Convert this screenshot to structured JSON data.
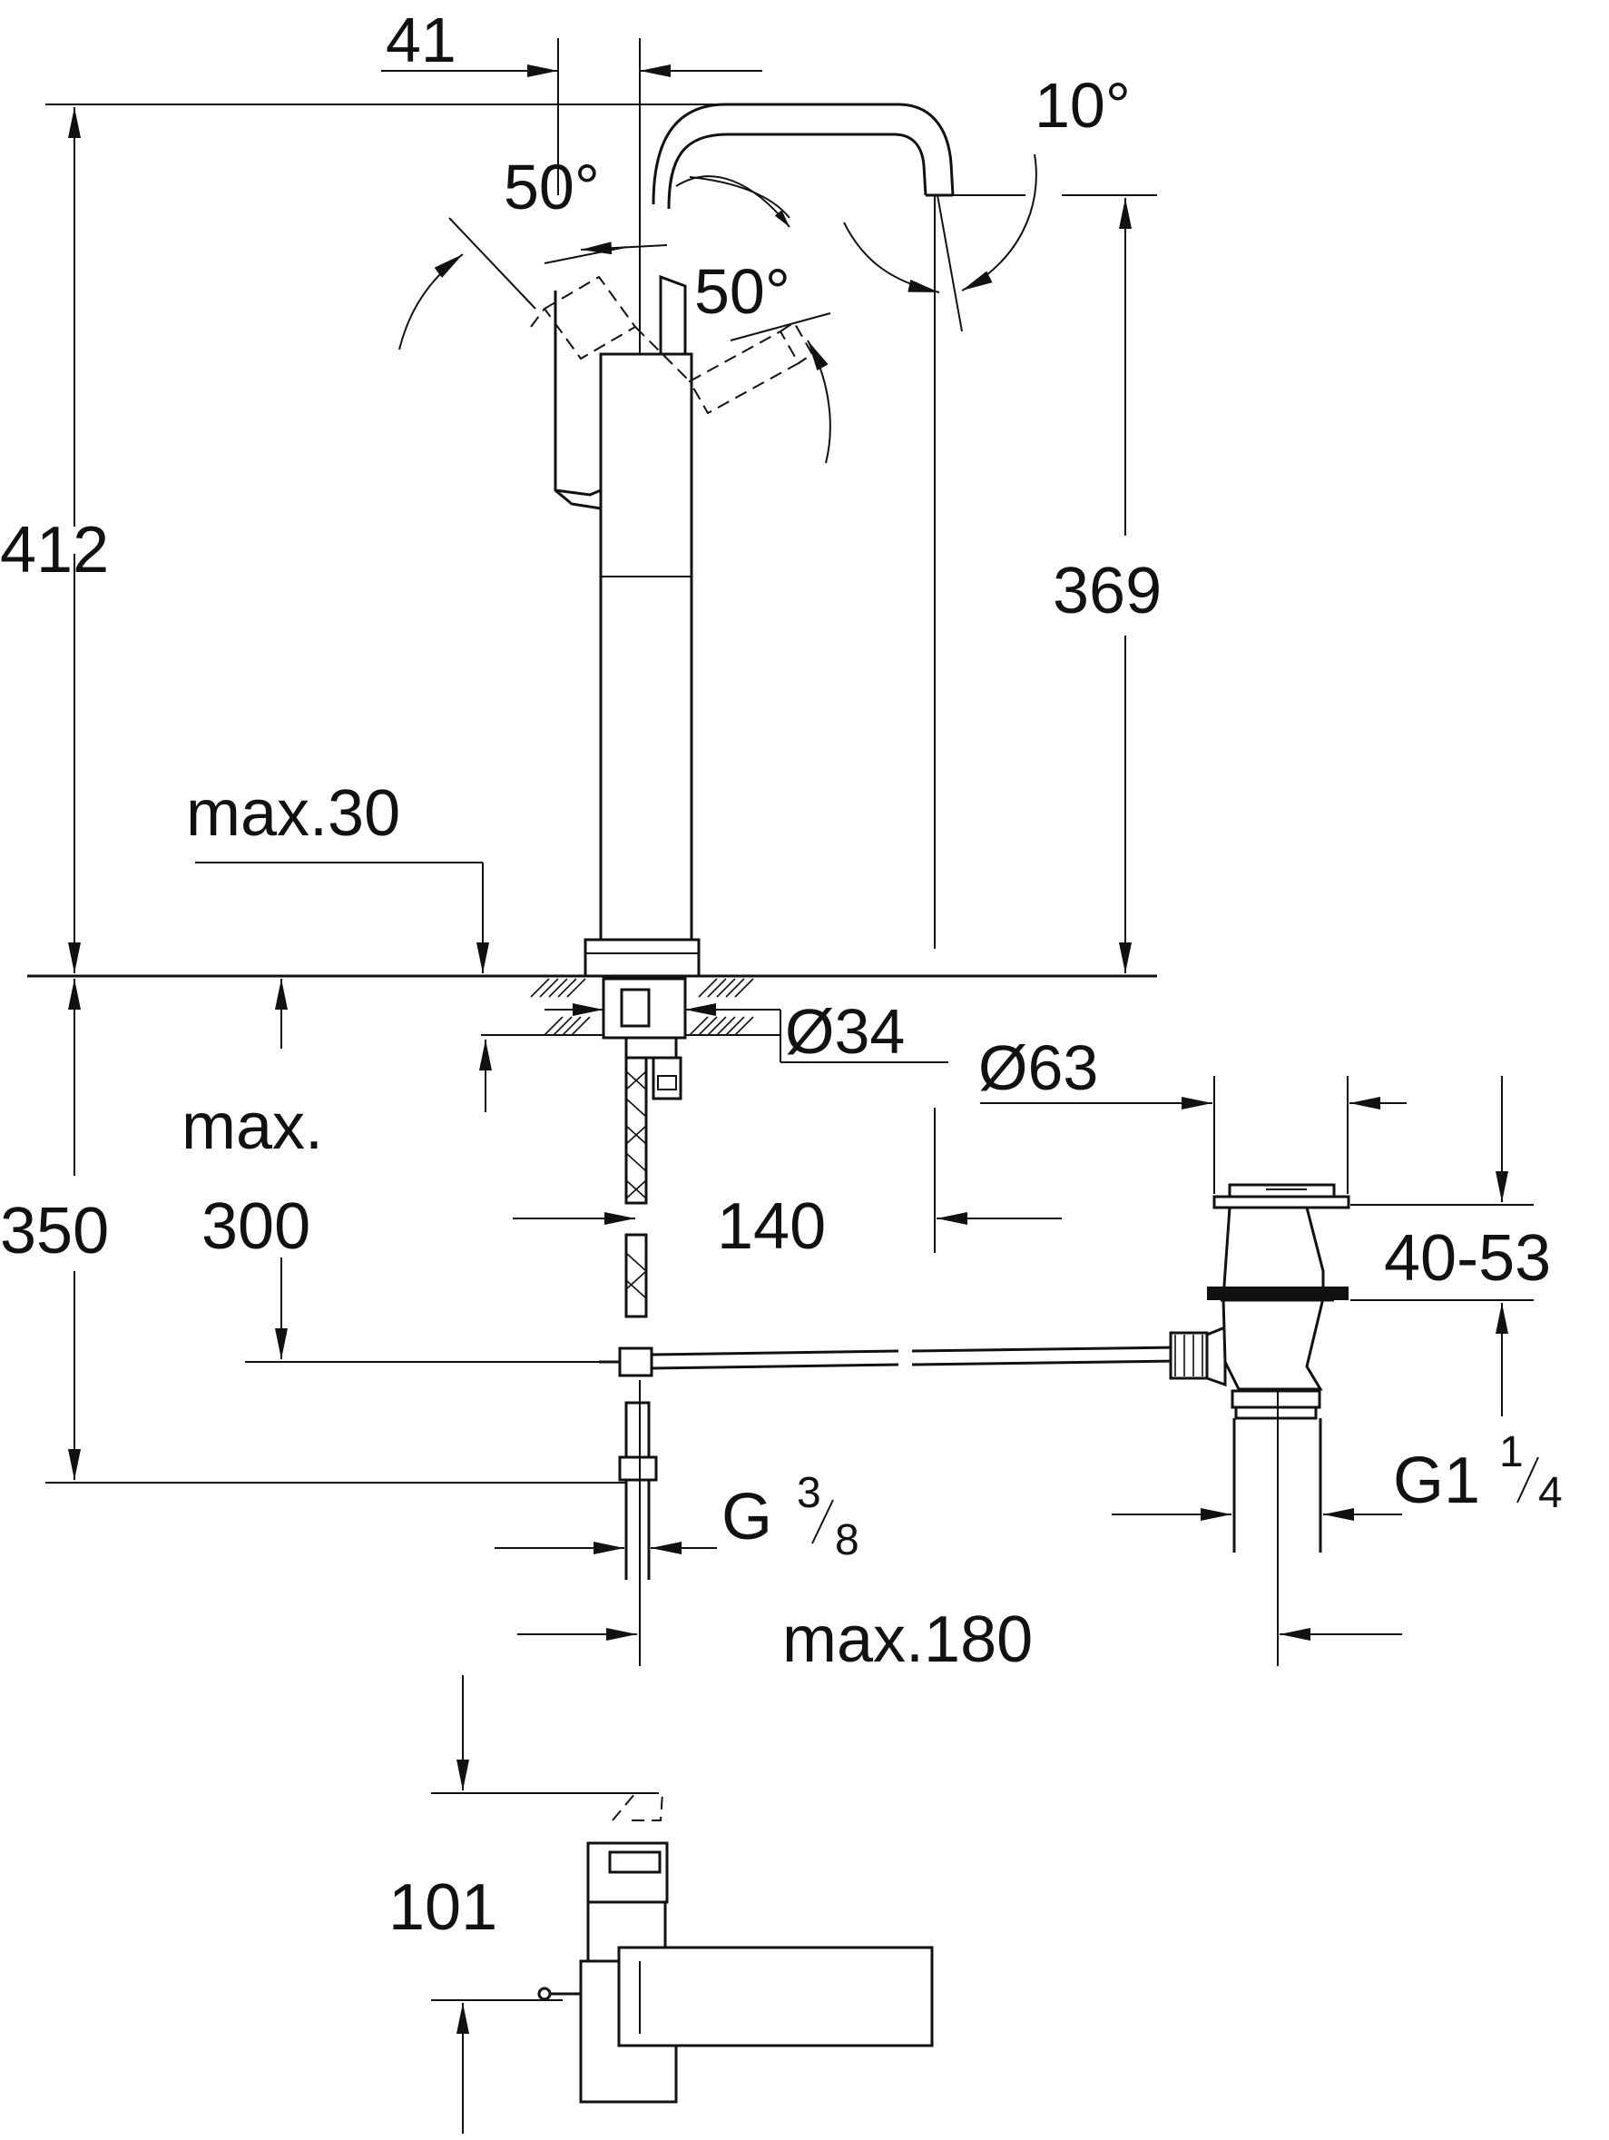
{
  "dimensions": {
    "top_offset": "41",
    "spout_angle": "10°",
    "lever_angle_front": "50°",
    "lever_angle_back": "50°",
    "total_height": "412",
    "spout_height": "369",
    "deck_thickness": "max.30",
    "hole_diameter": "Ø34",
    "base_diameter": "Ø63",
    "below_deck": "350",
    "hose_length_line1": "max.",
    "hose_length_line2": "300",
    "spout_reach_to_drain": "140",
    "drain_range": "40-53",
    "supply_thread": "G",
    "supply_fraction_num": "3",
    "supply_fraction_den": "8",
    "drain_thread": "G1",
    "drain_fraction_num": "1",
    "drain_fraction_den": "4",
    "max_drain_distance": "max.180",
    "lever_height": "101"
  },
  "colors": {
    "line": "#111111",
    "background": "#ffffff"
  }
}
